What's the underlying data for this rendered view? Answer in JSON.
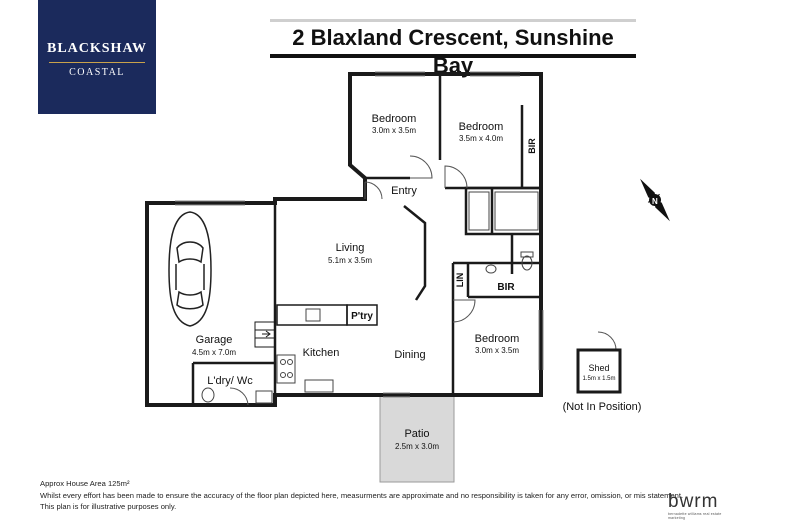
{
  "brand": {
    "name": "BLACKSHAW",
    "sub": "COASTAL"
  },
  "title": "2 Blaxland Crescent, Sunshine Bay",
  "rooms": {
    "bed1": {
      "name": "Bedroom",
      "dims": "3.0m x 3.5m"
    },
    "bed2": {
      "name": "Bedroom",
      "dims": "3.5m x 4.0m"
    },
    "bed3": {
      "name": "Bedroom",
      "dims": "3.0m x 3.5m"
    },
    "living": {
      "name": "Living",
      "dims": "5.1m x 3.5m"
    },
    "garage": {
      "name": "Garage",
      "dims": "4.5m x 7.0m"
    },
    "patio": {
      "name": "Patio",
      "dims": "2.5m x 3.0m"
    },
    "shed": {
      "name": "Shed",
      "dims": "1.5m x 1.5m"
    },
    "entry": "Entry",
    "kitchen": "Kitchen",
    "dining": "Dining",
    "pantry": "P'try",
    "laundry": "L'dry/ Wc",
    "bir_top": "BIR",
    "bir_mid": "BIR",
    "lin": "LIN"
  },
  "shed_note": "(Not In Position)",
  "compass": "N",
  "footer": {
    "area": "Approx House Area 125m²",
    "disclaimer": "Whilst every effort has been made to ensure the accuracy of the floor plan depicted here, measurments are approximate and no responsibility is taken for any error, omission, or mis statement.",
    "note": "This plan is for illustrative purposes only."
  },
  "logo2": {
    "mark": "bwrm",
    "tagline": "bernadette williams real estate marketing"
  },
  "colors": {
    "brand_bg": "#1b2a5c",
    "wall": "#1a1a1a",
    "patio": "#d9d9d9"
  }
}
